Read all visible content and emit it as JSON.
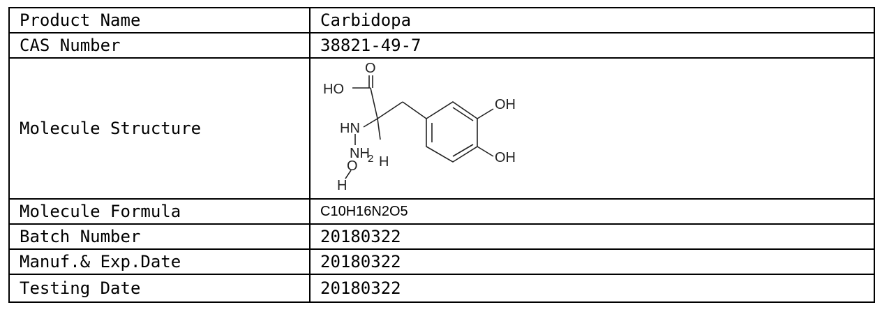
{
  "table": {
    "rows": [
      {
        "label": "Product Name",
        "value": "Carbidopa"
      },
      {
        "label": "CAS Number",
        "value": "38821-49-7"
      },
      {
        "label": "Molecule Structure",
        "value": ""
      },
      {
        "label": "Molecule Formula",
        "value": "C10H16N2O5"
      },
      {
        "label": "Batch Number",
        "value": "20180322"
      },
      {
        "label": "Manuf.& Exp.Date",
        "value": "20180322"
      },
      {
        "label": "Testing Date",
        "value": "20180322"
      }
    ]
  },
  "structure": {
    "atoms": [
      "HO",
      "O",
      "OH",
      "OH",
      "HN",
      "NH",
      "2",
      "O",
      "H",
      "H"
    ]
  }
}
